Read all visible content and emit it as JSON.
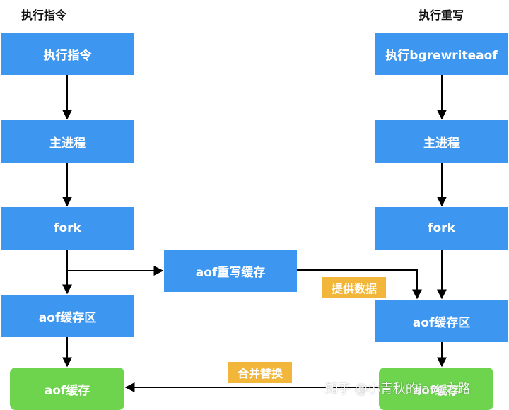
{
  "left": {
    "title": "执行指令",
    "boxes": [
      "执行指令",
      "主进程",
      "fork",
      "aof缓存区"
    ],
    "result": "aof缓存"
  },
  "right": {
    "title": "执行重写",
    "boxes": [
      "执行bgrewriteaof",
      "主进程",
      "fork",
      "aof缓存区"
    ],
    "result": "aof缓存"
  },
  "middle": {
    "rewrite_buffer": "aof重写缓存",
    "provide_label": "提供数据",
    "merge_label": "合并替换"
  },
  "watermark": "知乎 @小青秋的java之路",
  "colors": {
    "process_box": "#3d96f0",
    "result_box": "#6ed44e",
    "label_tag": "#f2b73a",
    "arrow": "#000000"
  }
}
